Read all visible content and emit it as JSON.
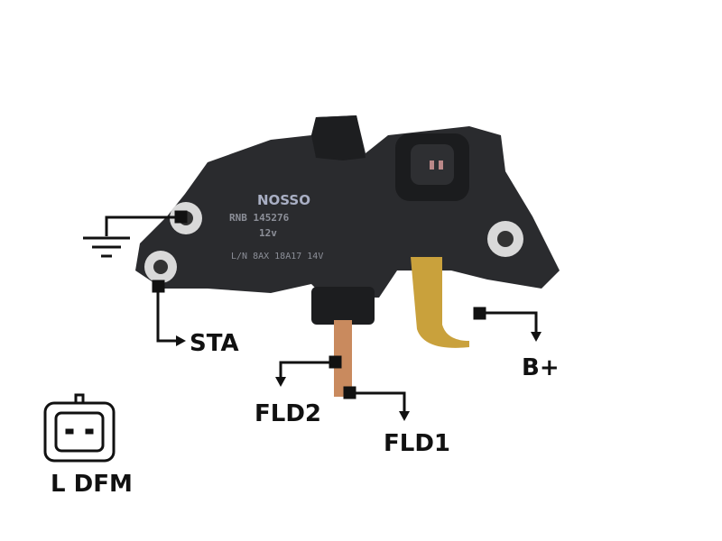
{
  "part": {
    "brand": "NOSSO",
    "model": "RNB 145276",
    "voltage": "12v",
    "lot": "L/N 8AX 18A17 14V"
  },
  "labels": {
    "ground": "ground",
    "sta": "STA",
    "b_plus": "B+",
    "fld2": "FLD2",
    "fld1": "FLD1",
    "connector": "L DFM"
  },
  "colors": {
    "body": "#2a2b2e",
    "brass": "#c9a13c",
    "copper": "#c98a5e",
    "ink": "#111111"
  }
}
